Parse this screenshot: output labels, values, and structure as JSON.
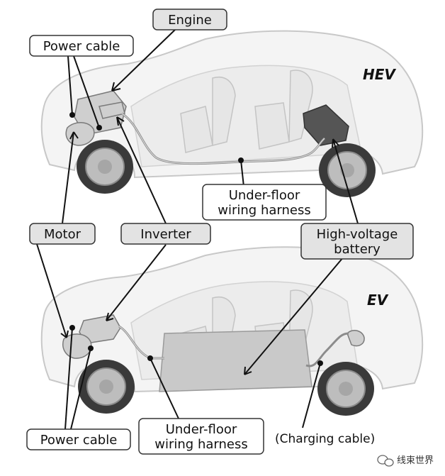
{
  "labels": {
    "engine": "Engine",
    "power_cable_top": "Power cable",
    "motor": "Motor",
    "inverter": "Inverter",
    "under_floor_top_line1": "Under-floor",
    "under_floor_top_line2": "wiring harness",
    "hv_battery_line1": "High-voltage",
    "hv_battery_line2": "battery",
    "power_cable_bottom": "Power cable",
    "under_floor_bottom_line1": "Under-floor",
    "under_floor_bottom_line2": "wiring harness",
    "charging_cable": "(Charging cable)"
  },
  "vehicles": {
    "top": "HEV",
    "bottom": "EV"
  },
  "watermark": "线束世界",
  "colors": {
    "label_box_gray": "#e3e3e3",
    "label_box_white": "#ffffff",
    "leader": "#111111"
  }
}
